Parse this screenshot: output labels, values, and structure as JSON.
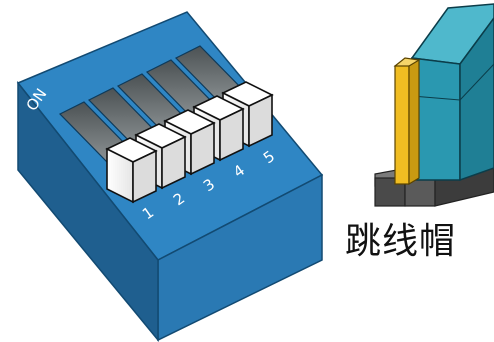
{
  "dip_switch": {
    "on_label": "ON",
    "position_labels": [
      "1",
      "2",
      "3",
      "4",
      "5"
    ],
    "switch_states": [
      "off",
      "off",
      "off",
      "off",
      "off"
    ],
    "colors": {
      "body_top": "#2f86c4",
      "body_front": "#2a79b3",
      "body_side": "#1f5f8f",
      "slot": "#6f7476",
      "knob": "#ffffff"
    }
  },
  "jumper": {
    "caption": "跳线帽",
    "colors": {
      "pin": "#f0bd22",
      "cap": "#2a98b0",
      "base": "#4a4a4a"
    }
  }
}
